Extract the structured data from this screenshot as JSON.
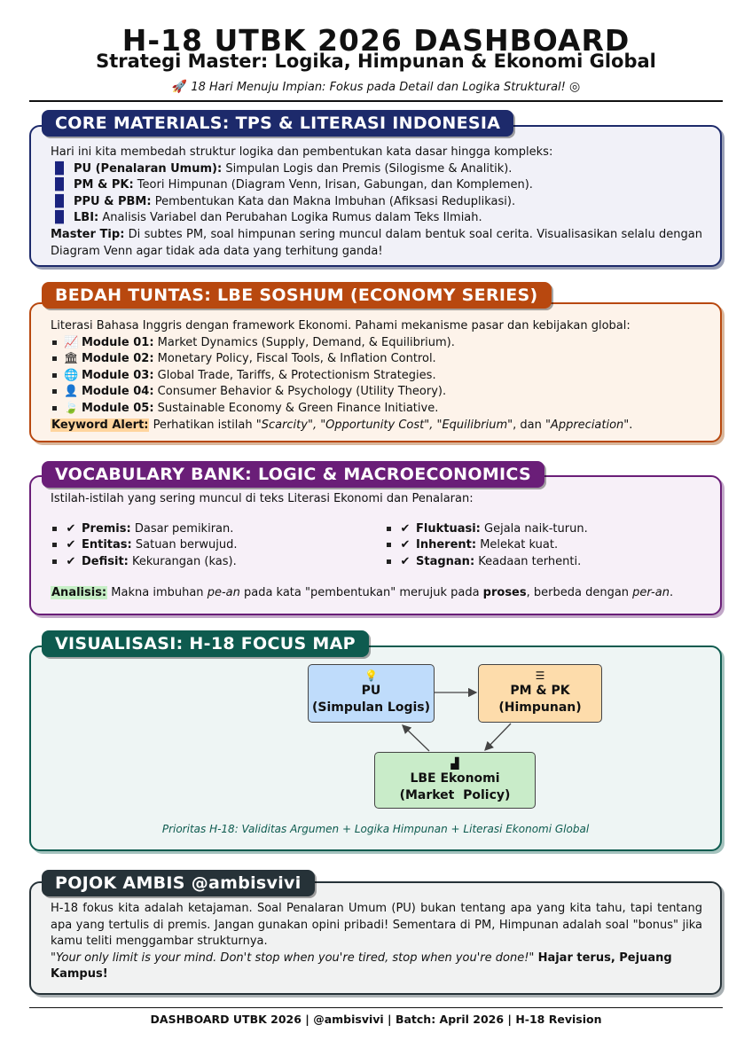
{
  "header": {
    "title": "H-18 UTBK 2026 DASHBOARD",
    "subtitle": "Strategi Master: Logika, Himpunan & Ekonomi Global",
    "tagline_icon": "rocket-icon",
    "tagline": "18 Hari Menuju Impian: Fokus pada Detail dan Logika Struktural!",
    "tagline_end_icon": "target-icon"
  },
  "core": {
    "badge": "CORE MATERIALS: TPS & LITERASI INDONESIA",
    "intro": "Hari ini kita membedah struktur logika dan pembentukan kata dasar hingga kompleks:",
    "items": [
      {
        "label": "PU (Penalaran Umum):",
        "text": "Simpulan Logis dan Premis (Silogisme & Analitik)."
      },
      {
        "label": "PM & PK:",
        "text": "Teori Himpunan (Diagram Venn, Irisan, Gabungan, dan Komplemen)."
      },
      {
        "label": "PPU & PBM:",
        "text": "Pembentukan Kata dan Makna Imbuhan (Afiksasi Reduplikasi)."
      },
      {
        "label": "LBI:",
        "text": "Analisis Variabel dan Perubahan Logika Rumus dalam Teks Ilmiah."
      }
    ],
    "tip_label": "Master Tip:",
    "tip_text": "Di subtes PM, soal himpunan sering muncul dalam bentuk soal cerita. Visualisasikan selalu dengan Diagram Venn agar tidak ada data yang terhitung ganda!"
  },
  "lbe": {
    "badge": "BEDAH TUNTAS: LBE SOSHUM (ECONOMY SERIES)",
    "intro": "Literasi Bahasa Inggris dengan framework Ekonomi. Pahami mekanisme pasar dan kebijakan global:",
    "modules": [
      {
        "icon": "chart-line-icon",
        "label": "Module 01:",
        "text": "Market Dynamics (Supply, Demand, & Equilibrium)."
      },
      {
        "icon": "bank-icon",
        "label": "Module 02:",
        "text": "Monetary Policy, Fiscal Tools, & Inflation Control."
      },
      {
        "icon": "globe-icon",
        "label": "Module 03:",
        "text": "Global Trade, Tariffs, & Protectionism Strategies."
      },
      {
        "icon": "user-cog-icon",
        "label": "Module 04:",
        "text": "Consumer Behavior & Psychology (Utility Theory)."
      },
      {
        "icon": "leaf-icon",
        "label": "Module 05:",
        "text": "Sustainable Economy & Green Finance Initiative."
      }
    ],
    "alert_label": "Keyword Alert:",
    "alert_pre": "Perhatikan istilah ",
    "alert_terms": "\"Scarcity\", \"Opportunity Cost\", \"Equilibrium\"",
    "alert_mid": ", dan ",
    "alert_last": "\"Appreciation\"",
    "alert_end": "."
  },
  "vocab": {
    "badge": "VOCABULARY BANK: LOGIC & MACROECONOMICS",
    "intro": "Istilah-istilah yang sering muncul di teks Literasi Ekonomi dan Penalaran:",
    "left": [
      {
        "term": "Premis:",
        "def": "Dasar pemikiran."
      },
      {
        "term": "Entitas:",
        "def": "Satuan berwujud."
      },
      {
        "term": "Defisit:",
        "def": "Kekurangan (kas)."
      }
    ],
    "right": [
      {
        "term": "Fluktuasi:",
        "def": "Gejala naik-turun."
      },
      {
        "term": "Inherent:",
        "def": "Melekat kuat."
      },
      {
        "term": "Stagnan:",
        "def": "Keadaan terhenti."
      }
    ],
    "analysis_label": "Analisis:",
    "a1": "Makna imbuhan ",
    "a2": "pe-an",
    "a3": " pada kata \"pembentukan\" merujuk pada ",
    "a4": "proses",
    "a5": ", berbeda dengan ",
    "a6": "per-an",
    "a7": "."
  },
  "visual": {
    "badge": "VISUALISASI: H-18 FOCUS MAP",
    "nodes": {
      "pu": {
        "icon": "lightbulb-icon",
        "title": "PU",
        "sub": "(Simpulan Logis)",
        "color": "#bfdcfb"
      },
      "pm": {
        "icon": "layers-icon",
        "title": "PM & PK",
        "sub": "(Himpunan)",
        "color": "#fddcab"
      },
      "lbe": {
        "icon": "bar-chart-icon",
        "title": "LBE Ekonomi",
        "sub": "(Market  Policy)",
        "color": "#c9ecc9"
      }
    },
    "caption": "Prioritas H-18: Validitas Argumen + Logika Himpunan + Literasi Ekonomi Global"
  },
  "pojok": {
    "badge": "POJOK AMBIS @ambisvivi",
    "p1": "H-18 fokus kita adalah ketajaman. Soal Penalaran Umum (PU) bukan tentang apa yang kita tahu, tapi tentang apa yang tertulis di premis. Jangan gunakan opini pribadi! Sementara di PM, Himpunan adalah soal \"bonus\" jika kamu teliti menggambar strukturnya.",
    "quote": "\"Your only limit is your mind. Don't stop when you're tired, stop when you're done!\"",
    "closing": "Hajar terus, Pejuang Kampus!"
  },
  "footer": "DASHBOARD UTBK 2026 | @ambisvivi | Batch: April 2026 | H-18 Revision",
  "colors": {
    "navy": "#1d2a6b",
    "rust": "#b8480f",
    "purple": "#6a1e78",
    "teal": "#0e5b4f",
    "charcoal": "#263238"
  }
}
